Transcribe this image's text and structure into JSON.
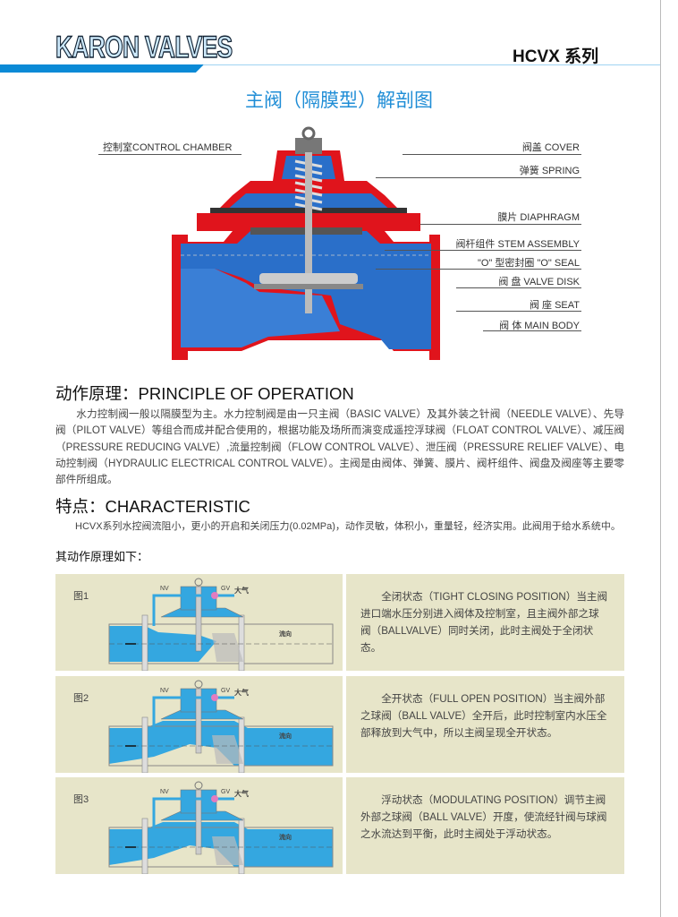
{
  "header": {
    "logo": "KARON VALVES",
    "series": "HCVX 系列"
  },
  "diagram": {
    "title": "主阀（隔膜型）解剖图",
    "left_label": "控制室CONTROL CHAMBER",
    "right_labels": [
      "阀盖 COVER",
      "弹簧 SPRING",
      "膜片 DIAPHRAGM",
      "阀杆组件 STEM ASSEMBLY",
      "\"O\" 型密封圈 \"O\" SEAL",
      "阀 盘 VALVE DISK",
      "阀 座 SEAT",
      "阀 体 MAIN BODY"
    ]
  },
  "principle": {
    "heading": "动作原理：PRINCIPLE OF OPERATION",
    "text": "水力控制阀一般以隔膜型为主。水力控制阀是由一只主阀（BASIC VALVE）及其外装之针阀（NEEDLE VALVE）、先导阀（PILOT VALVE）等组合而成并配合使用的，根据功能及场所而演变成遥控浮球阀（FLOAT CONTROL VALVE）、减压阀（PRESSURE REDUCING VALVE）,流量控制阀（FLOW CONTROL VALVE）、泄压阀（PRESSURE RELIEF VALVE）、电动控制阀（HYDRAULIC ELECTRICAL CONTROL VALVE）。主阀是由阀体、弹簧、膜片、阀杆组件、阀盘及阀座等主要零部件所组成。"
  },
  "characteristic": {
    "heading": "特点：CHARACTERISTIC",
    "text": "HCVX系列水控阀流阻小，更小的开启和关闭压力(0.02MPa)，动作灵敏，体积小，重量轻，经济实用。此阀用于给水系统中。"
  },
  "operation": {
    "heading": "其动作原理如下：",
    "figure_labels": {
      "nv": "NV",
      "gv": "GV",
      "atmosphere": "大气",
      "flow": "流向"
    },
    "states": [
      {
        "figure": "图1",
        "text": "全闭状态（TIGHT CLOSING POSITION）当主阀进口端水压分别进入阀体及控制室，且主阀外部之球阀（BALLVALVE）同时关闭，此时主阀处于全闭状态。"
      },
      {
        "figure": "图2",
        "text": "全开状态（FULL OPEN POSITION）当主阀外部之球阀（BALL VALVE）全开后，此时控制室内水压全部释放到大气中，所以主阀呈现全开状态。"
      },
      {
        "figure": "图3",
        "text": "浮动状态（MODULATING POSITION）调节主阀外部之球阀（BALL VALVE）开度，使流经针阀与球阀之水流达到平衡，此时主阀处于浮动状态。"
      }
    ]
  },
  "colors": {
    "accent": "#1f8dd6",
    "body_red": "#e0141c",
    "water_blue": "#2a6fc9",
    "panel": "#e7e5c9"
  }
}
